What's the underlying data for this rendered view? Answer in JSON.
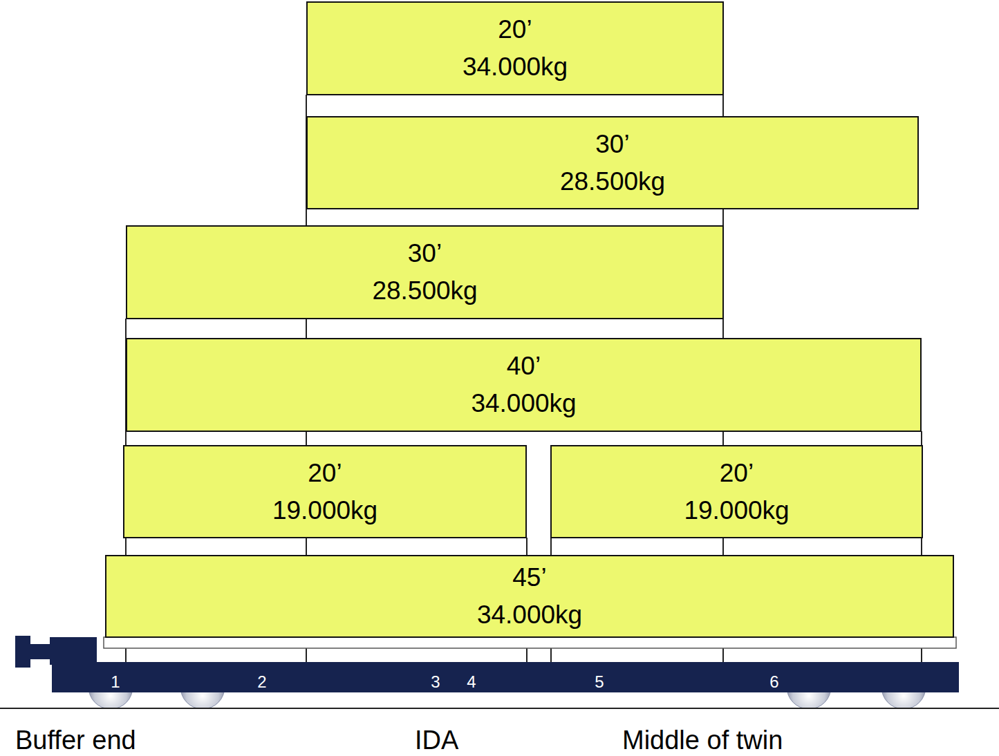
{
  "diagram": {
    "nodes": [
      {
        "text": [
          "20’",
          "34.000kg"
        ]
      },
      {
        "text": [
          "30’",
          "28.500kg"
        ]
      },
      {
        "text": [
          "30’",
          "28.500kg"
        ]
      },
      {
        "text": [
          "40’",
          "34.000kg"
        ]
      },
      {
        "text": [
          "20’",
          "19.000kg"
        ]
      },
      {
        "text": [
          "20’",
          "19.000kg"
        ]
      },
      {
        "text": [
          "45’",
          "34.000kg"
        ]
      }
    ],
    "labels": [
      "1",
      "2",
      "3",
      "4",
      "5",
      "6",
      "Buffer end",
      "IDA",
      "Middle of twin"
    ]
  }
}
